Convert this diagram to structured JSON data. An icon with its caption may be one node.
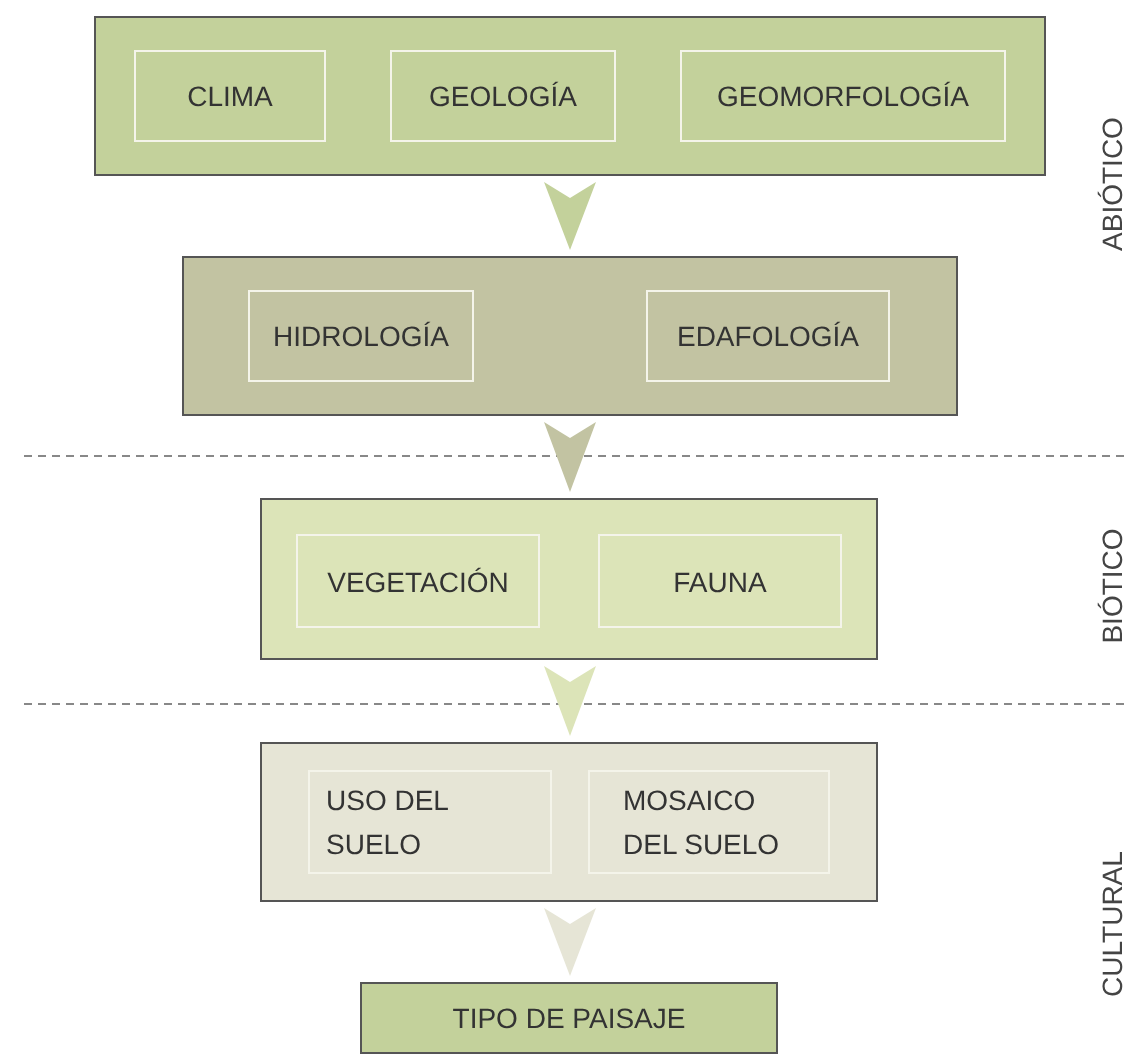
{
  "diagram": {
    "nodes": [
      {
        "text": [],
        "shape": "box"
      },
      {
        "text": [
          "CLIMA"
        ],
        "in": 0
      },
      {
        "text": [
          "GEOLOGÍA"
        ],
        "in": 0
      },
      {
        "text": [
          "GEOMORFOLOGÍA"
        ],
        "in": 0
      },
      {
        "text": [],
        "shape": "box"
      },
      {
        "text": [
          "HIDROLOGÍA"
        ],
        "in": 4
      },
      {
        "text": [
          "EDAFOLOGÍA"
        ],
        "in": 4
      },
      {
        "text": [],
        "shape": "box"
      },
      {
        "text": [
          "VEGETACIÓN"
        ],
        "in": 7
      },
      {
        "text": [
          "FAUNA"
        ],
        "in": 7
      },
      {
        "text": [],
        "shape": "box"
      },
      {
        "text": [
          "USO DEL SUELO"
        ],
        "in": 10
      },
      {
        "text": [
          "MOSAICO DEL SUELO"
        ],
        "in": 10
      },
      {
        "text": [
          "TIPO DE PAISAJE"
        ]
      }
    ],
    "edges": [
      {
        "from": 0,
        "to": 4,
        "arrow": "to",
        "color": "#c3d19b"
      },
      {
        "from": 4,
        "to": 7,
        "arrow": "to",
        "color": "#c2c3a2"
      },
      {
        "from": 7,
        "to": 10,
        "arrow": "to",
        "color": "#dce4b8"
      },
      {
        "from": 10,
        "to": 13,
        "arrow": "to",
        "color": "#e6e5d6"
      }
    ],
    "labels": [
      "ABIÓTICO",
      "BIÓTICO",
      "CULTURAL"
    ]
  }
}
